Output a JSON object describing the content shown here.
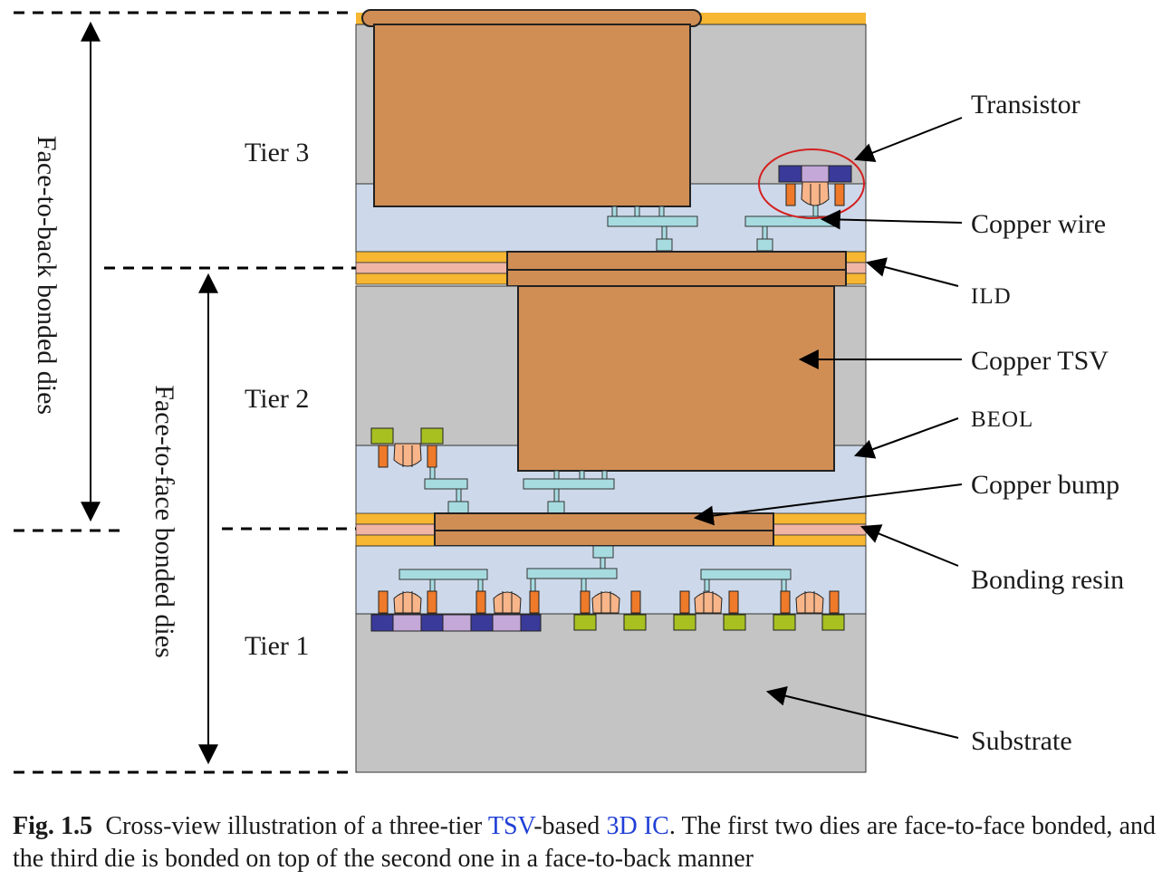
{
  "diagram": {
    "tiers": [
      "Tier 3",
      "Tier 2",
      "Tier 1"
    ],
    "bond_labels": {
      "face_to_back": "Face-to-back bonded dies",
      "face_to_face": "Face-to-face bonded dies"
    },
    "callouts": {
      "transistor": "Transistor",
      "copper_wire": "Copper wire",
      "ild": "ILD",
      "copper_tsv": "Copper TSV",
      "beol": "BEOL",
      "copper_bump": "Copper bump",
      "bonding_resin": "Bonding resin",
      "substrate": "Substrate"
    },
    "colors": {
      "silicon": "#c3c4c3",
      "beol": "#cdd9ea",
      "copper": "#d08e55",
      "bonding_layer": "#f7b733",
      "ild": "#f0b5a5",
      "wire": "#a6dbe0",
      "gate_dark": "#3a3a9a",
      "gate_light": "#c3a8d8",
      "contact": "#ee7a2a",
      "channel": "#f8b589",
      "pad_green": "#a8c020",
      "ring": "#d42020"
    }
  },
  "caption": {
    "fig_label": "Fig. 1.5",
    "text_before": "Cross-view illustration of a three-tier",
    "link_tsv": "TSV",
    "text_mid": "-based",
    "link_3dic": "3D IC",
    "text_after": ". The first two dies are face-to-face bonded, and the third die is bonded on top of the second one in a face-to-back manner"
  }
}
